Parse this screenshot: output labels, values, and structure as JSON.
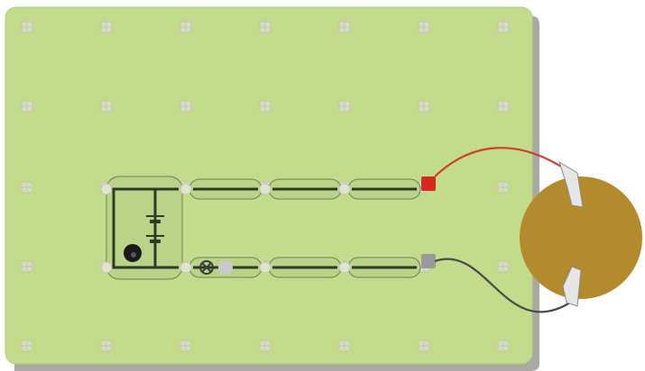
{
  "colors": {
    "board": "#c2dc8c",
    "board_shadow": "#a9aaa3",
    "board_edge": "#b4cf7c",
    "peg": "#d7dcc3",
    "peg_line": "#bfc6a8",
    "track": "#b9d488",
    "track_outline": "#6f7f55",
    "wire_core": "#2f3a24",
    "node": "#dfe3d0",
    "terminal_red": "#d7281f",
    "terminal_gray": "#9a9a9a",
    "lead_red": "#d23a30",
    "lead_black": "#4a4a4a",
    "coin": "#b38a2c",
    "clip": "#e6e6e6",
    "switch_button": "#1a1a1a",
    "lamp": "#3b3b3b",
    "lamp_bulb": "#c9c9c9"
  },
  "components": {
    "battery_icon": "battery-icon",
    "switch_icon": "push-button-switch-icon",
    "lamp_icon": "lamp-icon",
    "positive_terminal": "red-terminal",
    "negative_terminal": "gray-terminal",
    "test_object": "round-copper-disc"
  }
}
